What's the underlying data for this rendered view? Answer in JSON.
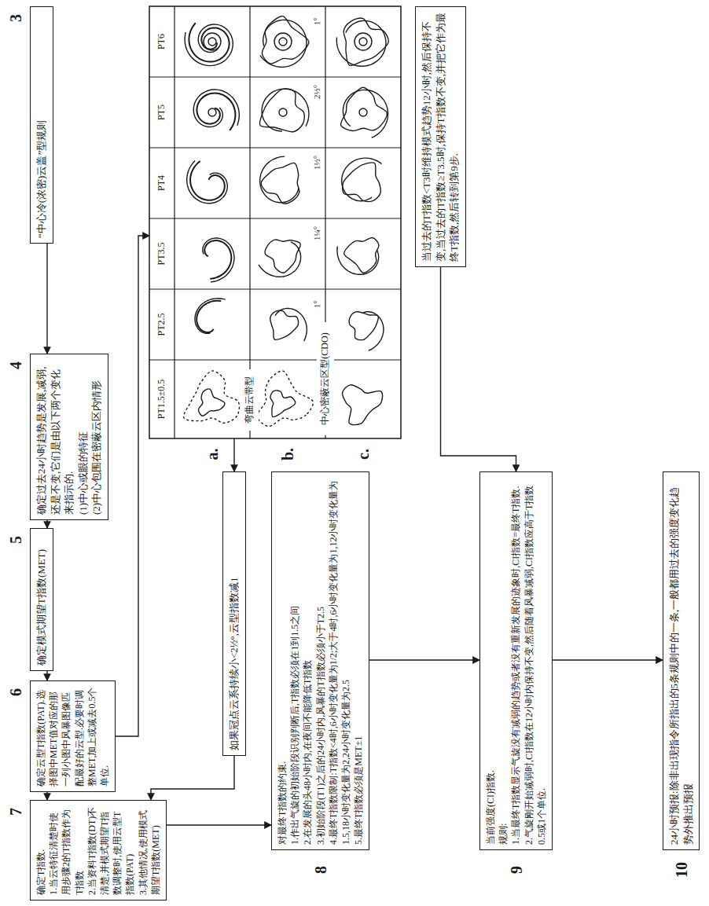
{
  "diagram": {
    "nodes": [
      {
        "text": [
          "“中心冷(浓密)云盖”型规则"
        ]
      },
      {
        "text": [
          "确定过去24小时趋势是发展,减弱,还是不变,它们是由以下两个变化来指示的.",
          "(1)中心或眼的特征",
          "(2)中心包围在密蔽云区内情形"
        ]
      },
      {
        "text": [
          "确定模式期望T指数(MET)"
        ]
      },
      {
        "text": [
          "确定云型T指数(PAT).选择图中MET值对应的那一列小图中风暴图像匹配最好的云型.必要时调整MET,加上或减去0.5个单位."
        ]
      },
      {
        "text": [
          "确定T指数.",
          "1.当云特征清楚时使用步骤2的T指数作为T指数",
          "2.当资料T指数(DT)不清楚,并模式期望T指数调整时,使用云型T指数(PAT)",
          "3.其他情况,使用模式期望T指数(MET)"
        ]
      },
      {
        "text": [
          "当过去的T指数<T3时维持模式趋势12小时,然后保持不变,当过去的T指数≥T3.5时,保持T指数不变,并把它作为最终T指数,然后转到第9步."
        ]
      },
      {
        "text": [
          "如果冠点云系持续小<2½°,云型指数减1"
        ]
      },
      {
        "text": [
          "对最终T指数的约束.",
          "1.作出气旋的初始阶段识别判断后,T指数必须在1到1.5之间",
          "2.在发展的头48小时内,在夜间不能降低T指数",
          "3.初始阶段(T1)之后的24小时内,风暴的T指数必须小于T2.5",
          "4.最终T指数限制:T指数<4时,6小时变化量为1/2;大于4时,6小时变化量为1,12小时变化量为1.5,18小时变化量为2,24小时变化量为2.5",
          "5.最终T指数必须是MET±1"
        ]
      },
      {
        "text": [
          "当前强度(CI)指数.",
          "规则:",
          "1.当最终T指数显示气旋没有减弱的趋势或者没有重新发展的迹象时,CI指数=最终T指数.",
          "2.气旋刚开始减弱时,CI指数在12小时内保持不变,然后随着风暴减弱,CI指数应高于T指数0.5或1个单位."
        ]
      },
      {
        "text": [
          "24小时预报:除非出现指令所指出的5条规则中的一条,一般都用过去的强度变化趋势外推出预报"
        ]
      }
    ],
    "edges": [
      {
        "from": 0,
        "to": 1,
        "arrow": "to"
      },
      {
        "from": 1,
        "to": 2,
        "arrow": "to"
      },
      {
        "from": 2,
        "to": 3,
        "arrow": "to"
      },
      {
        "from": 3,
        "to": 4,
        "arrow": "to"
      },
      {
        "from": 6,
        "to": 4,
        "arrow": "to"
      },
      {
        "from": 4,
        "to": 7,
        "arrow": "to"
      },
      {
        "from": 7,
        "to": 8,
        "arrow": "to"
      },
      {
        "from": 8,
        "to": 9,
        "arrow": "to"
      },
      {
        "from": 5,
        "to": 8,
        "arrow": "to"
      }
    ],
    "labels": [
      "3",
      "4",
      "5",
      "6",
      "7",
      "PT1.5±0.5",
      "PT2.5",
      "PT3.5",
      "PT4",
      "PT5",
      "PT6",
      "a.",
      "b.",
      "c.",
      "弯曲云带型",
      "中心密蔽云区型(CDO)",
      "1°",
      "1¼°",
      "1½°",
      "2½°",
      "1°",
      "8",
      "9",
      "10"
    ]
  }
}
